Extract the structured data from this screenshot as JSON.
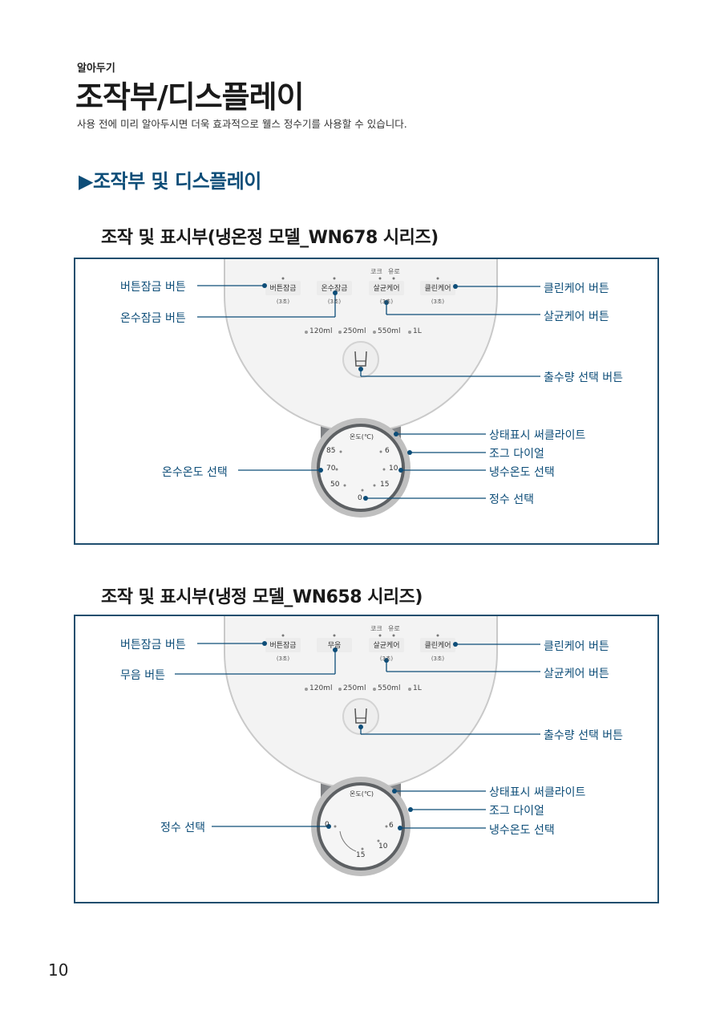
{
  "header": {
    "kicker": "알아두기",
    "title": "조작부/디스플레이",
    "subtitle": "사용 전에 미리 알아두시면 더욱 효과적으로 웰스 정수기를 사용할 수 있습니다."
  },
  "section": {
    "title": "▶조작부 및 디스플레이"
  },
  "panels": [
    {
      "title": "조작 및 표시부(냉온정 모델_WN678 시리즈)",
      "buttons": {
        "b1": "버튼잠금",
        "b1_sub": "(3초)",
        "b2": "온수잠금",
        "b2_sub": "(3초)",
        "b3": "살균케어",
        "b3_sub": "(3초)",
        "b4": "클린케어",
        "b4_sub": "(3초)",
        "top_label_1": "코크",
        "top_label_2": "유로"
      },
      "volumes": [
        "120ml",
        "250ml",
        "550ml",
        "1L"
      ],
      "dial": {
        "label": "온도(℃)",
        "ticks": {
          "t85": "85",
          "t70": "70",
          "t50": "50",
          "t0": "0",
          "t15": "15",
          "t10": "10",
          "t6": "6"
        }
      },
      "callouts": {
        "button_lock": "버튼잠금 버튼",
        "left2": "온수잠금 버튼",
        "clean_care": "클린케어 버튼",
        "sterilize_care": "살균케어 버튼",
        "volume_select": "출수량 선택 버튼",
        "status_circle": "상태표시 써클라이트",
        "jog_dial": "조그 다이얼",
        "cold_temp": "냉수온도 선택",
        "left_dial": "온수온도 선택",
        "purified": "정수 선택"
      }
    },
    {
      "title": "조작 및 표시부(냉정 모델_WN658 시리즈)",
      "buttons": {
        "b1": "버튼잠금",
        "b1_sub": "(3초)",
        "b2": "무음",
        "b3": "살균케어",
        "b3_sub": "(3초)",
        "b4": "클린케어",
        "b4_sub": "(3초)",
        "top_label_1": "코크",
        "top_label_2": "유로"
      },
      "volumes": [
        "120ml",
        "250ml",
        "550ml",
        "1L"
      ],
      "dial": {
        "label": "온도(℃)",
        "ticks": {
          "t0": "0",
          "t6": "6",
          "t10": "10",
          "t15": "15"
        }
      },
      "callouts": {
        "button_lock": "버튼잠금 버튼",
        "left2": "무음 버튼",
        "clean_care": "클린케어 버튼",
        "sterilize_care": "살균케어 버튼",
        "volume_select": "출수량 선택 버튼",
        "status_circle": "상태표시 써클라이트",
        "jog_dial": "조그 다이얼",
        "cold_temp": "냉수온도 선택",
        "left_dial": "정수 선택"
      }
    }
  ],
  "page_number": "10",
  "colors": {
    "accent": "#0d4d78",
    "border": "#1f4e6e",
    "body_gray": "#9a9a9a",
    "device_white": "#f3f3f3"
  }
}
